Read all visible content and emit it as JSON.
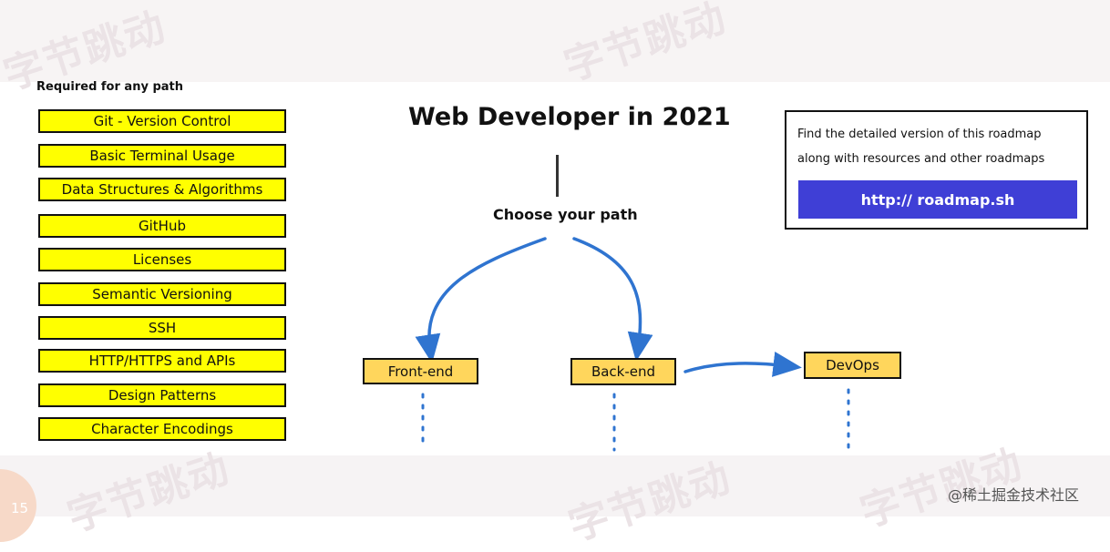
{
  "sidebar": {
    "title": "Required for any path",
    "items": [
      "Git - Version Control",
      "Basic Terminal Usage",
      "Data Structures & Algorithms",
      "GitHub",
      "Licenses",
      "Semantic Versioning",
      "SSH",
      "HTTP/HTTPS and APIs",
      "Design Patterns",
      "Character Encodings"
    ]
  },
  "main": {
    "title": "Web Developer in 2021",
    "choose_label": "Choose your path",
    "paths": [
      "Front-end",
      "Back-end",
      "DevOps"
    ]
  },
  "info": {
    "line1": "Find the detailed version of this roadmap",
    "line2": "along with resources and other roadmaps",
    "link_label": "http:// roadmap.sh"
  },
  "footer": {
    "slide_number": "15",
    "credit": "@稀土掘金技术社区"
  },
  "watermark": "字节跳动",
  "colors": {
    "required_fill": "#ffff00",
    "path_fill": "#ffd65c",
    "link_bg": "#3f3fd6",
    "arrow": "#2f74d0"
  }
}
